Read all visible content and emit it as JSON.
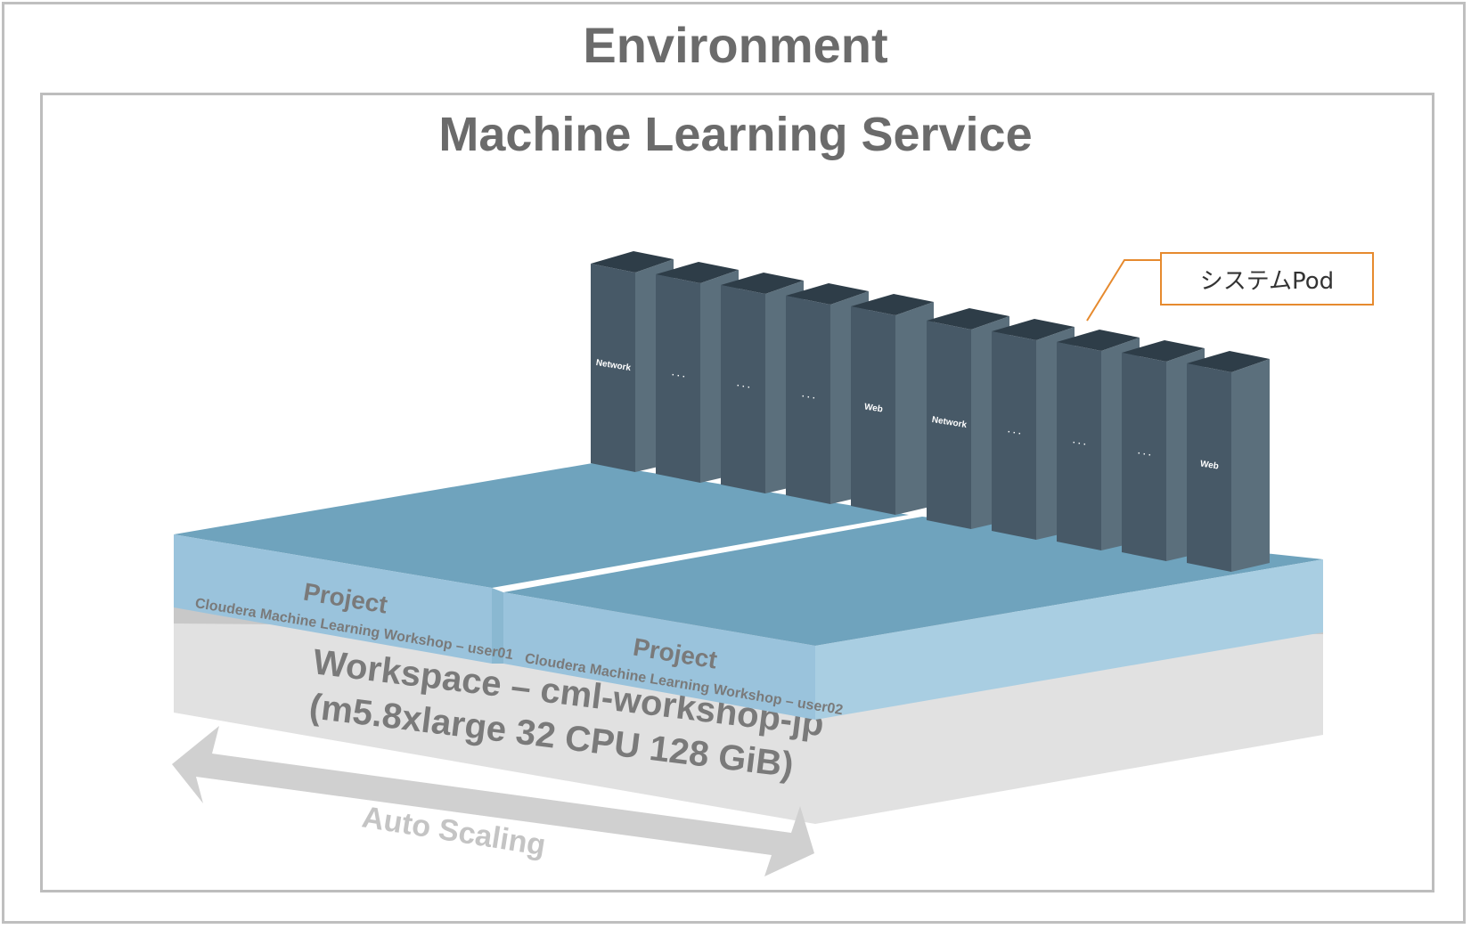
{
  "environment": {
    "title": "Environment"
  },
  "service": {
    "title": "Machine Learning Service"
  },
  "workspace": {
    "line1": "Workspace – cml-workshop-jp",
    "line2": "(m5.8xlarge  32 CPU  128 GiB)"
  },
  "projects": [
    {
      "title": "Project",
      "subtitle": "Cloudera Machine Learning Workshop – user01"
    },
    {
      "title": "Project",
      "subtitle": "Cloudera Machine Learning Workshop – user02"
    }
  ],
  "servers": [
    [
      "Network",
      "· · ·",
      "· · ·",
      "· · ·",
      "Web"
    ],
    [
      "Network",
      "· · ·",
      "· · ·",
      "· · ·",
      "Web"
    ]
  ],
  "callout": {
    "label": "システムPod"
  },
  "autoscaling": {
    "label": "Auto Scaling"
  },
  "colors": {
    "server_front": "#475967",
    "server_side": "#5b6f7c",
    "server_top": "#2e3d48",
    "project_top": "#6fa3bd",
    "project_front": "#9ac3dc",
    "workspace": "#e1e1e1",
    "title_text": "#6b6b6b",
    "callout_border": "#e68a2e"
  }
}
